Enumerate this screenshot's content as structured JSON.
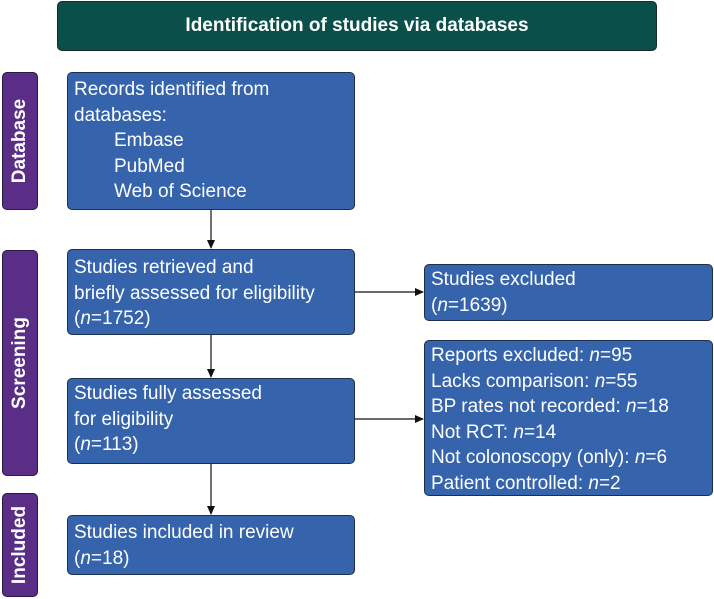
{
  "header": {
    "title": "Identification of studies via databases"
  },
  "phases": {
    "database": "Database",
    "screening": "Screening",
    "included": "Included"
  },
  "boxes": {
    "records": {
      "lines": [
        "Records identified from",
        "databases:"
      ],
      "sources": [
        "Embase",
        "PubMed",
        "Web of Science"
      ]
    },
    "retrieved": {
      "lines": [
        "Studies retrieved and",
        "briefly assessed for eligibility"
      ],
      "n_prefix": "n",
      "n_value": "=1752"
    },
    "excluded_brief": {
      "line": "Studies excluded",
      "n_prefix": "n",
      "n_value": "=1639"
    },
    "full_assessed": {
      "lines": [
        "Studies fully assessed",
        "for eligibility"
      ],
      "n_prefix": "n",
      "n_value": "=113"
    },
    "reports_excluded": {
      "items": [
        {
          "label": "Reports excluded: ",
          "n_prefix": "n",
          "n_value": "=95"
        },
        {
          "label": "Lacks comparison: ",
          "n_prefix": "n",
          "n_value": "=55"
        },
        {
          "label": "BP rates not recorded: ",
          "n_prefix": "n",
          "n_value": "=18"
        },
        {
          "label": "Not RCT: ",
          "n_prefix": "n",
          "n_value": "=14"
        },
        {
          "label": "Not colonoscopy (only): ",
          "n_prefix": "n",
          "n_value": "=6"
        },
        {
          "label": "Patient controlled: ",
          "n_prefix": "n",
          "n_value": "=2"
        }
      ]
    },
    "included": {
      "line": "Studies included in review",
      "n_prefix": "n",
      "n_value": "=18"
    }
  },
  "colors": {
    "box_fill": "#3563ac",
    "header_fill": "#0b4f4a",
    "phase_fill": "#5a2e86",
    "text": "#ffffff",
    "arrow": "#111111"
  }
}
